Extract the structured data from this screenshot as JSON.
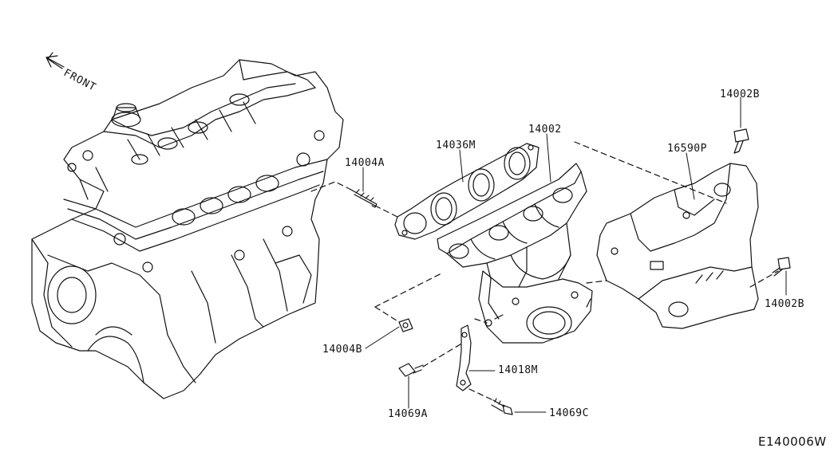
{
  "diagram": {
    "direction_label": "FRONT",
    "diagram_code": "E140006W",
    "callouts": [
      {
        "id": "p1",
        "label": "14002B"
      },
      {
        "id": "p2",
        "label": "16590P"
      },
      {
        "id": "p3",
        "label": "14002"
      },
      {
        "id": "p4",
        "label": "14036M"
      },
      {
        "id": "p5",
        "label": "14004A"
      },
      {
        "id": "p6",
        "label": "14002B"
      },
      {
        "id": "p7",
        "label": "14004B"
      },
      {
        "id": "p8",
        "label": "14018M"
      },
      {
        "id": "p9",
        "label": "14069A"
      },
      {
        "id": "p10",
        "label": "14069C"
      }
    ],
    "colors": {
      "line": "#111111",
      "background": "#ffffff"
    }
  }
}
